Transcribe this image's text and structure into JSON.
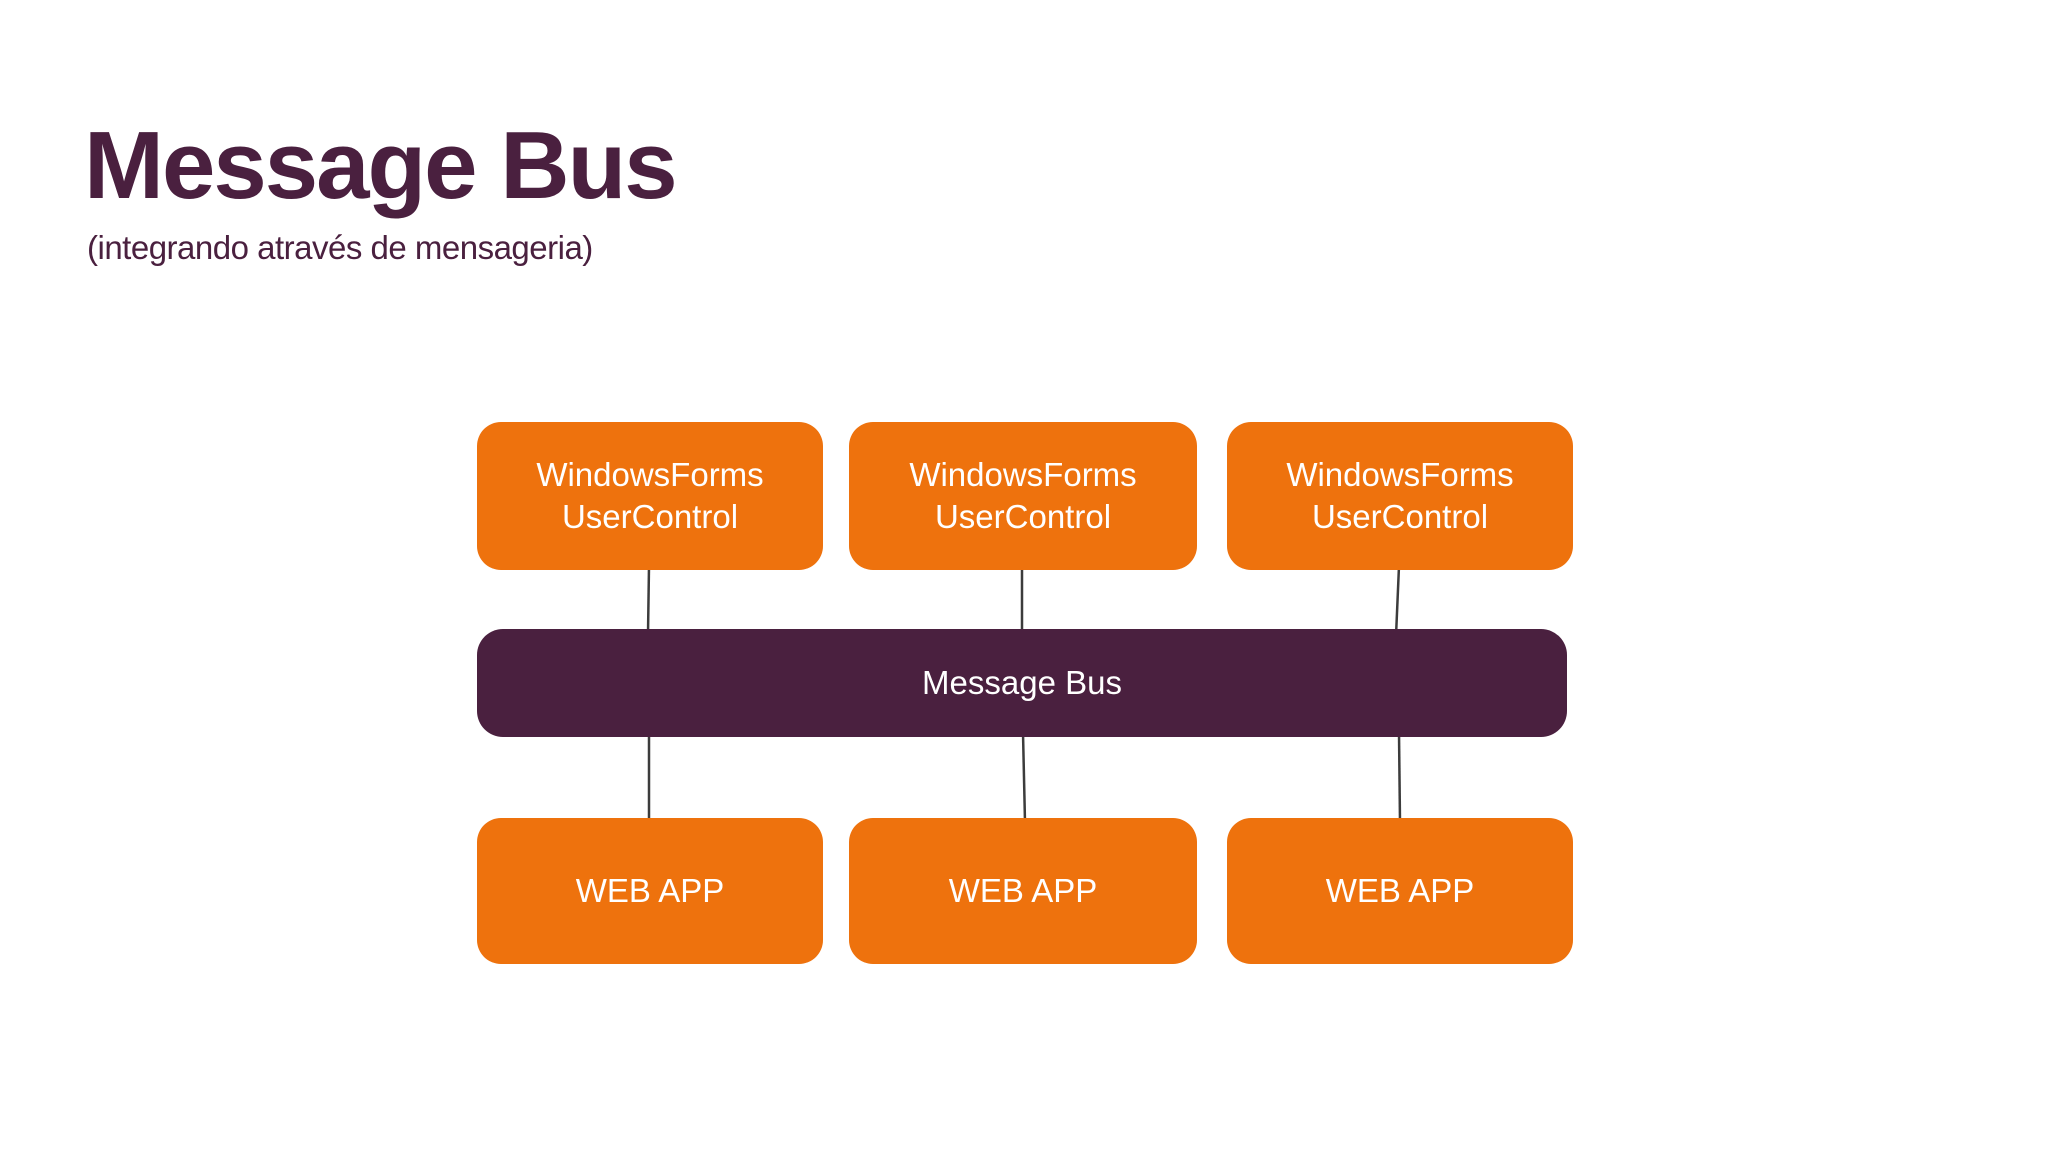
{
  "slide": {
    "title": "Message Bus",
    "subtitle": "(integrando através de mensageria)"
  },
  "colors": {
    "accent_orange": "#EE720D",
    "accent_plum": "#4A203F",
    "connector_line": "#3C3C3C",
    "node_text": "#FFFFFF",
    "background": "#FFFFFF"
  },
  "diagram": {
    "top_row": [
      {
        "line1": "WindowsForms",
        "line2": "UserControl"
      },
      {
        "line1": "WindowsForms",
        "line2": "UserControl"
      },
      {
        "line1": "WindowsForms",
        "line2": "UserControl"
      }
    ],
    "bus": {
      "label": "Message Bus"
    },
    "bottom_row": [
      {
        "label": "WEB APP"
      },
      {
        "label": "WEB APP"
      },
      {
        "label": "WEB APP"
      }
    ]
  }
}
